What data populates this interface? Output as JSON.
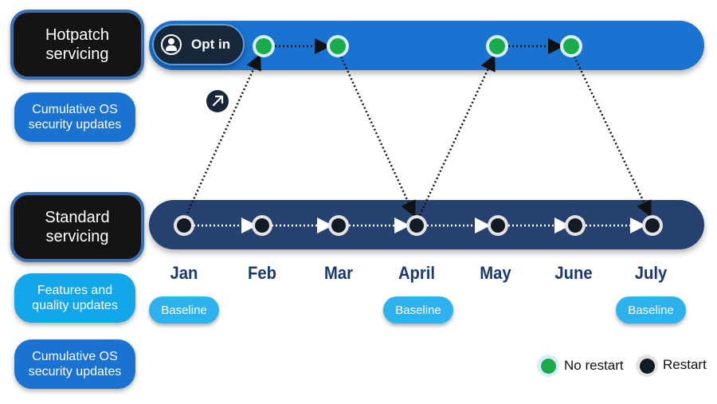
{
  "labels": {
    "hotpatch": "Hotpatch\nservicing",
    "hotpatch_updates": "Cumulative OS\nsecurity updates",
    "standard": "Standard\nservicing",
    "features": "Features and\nquality updates",
    "standard_updates": "Cumulative OS\nsecurity updates"
  },
  "opt_in": "Opt in",
  "months": [
    "Jan",
    "Feb",
    "Mar",
    "April",
    "May",
    "June",
    "July"
  ],
  "baseline_label": "Baseline",
  "legend": {
    "no_restart": "No restart",
    "restart": "Restart"
  },
  "icons": {
    "opt_in": "person-icon",
    "opt_in_arrow": "arrow-up-right-icon"
  },
  "colors": {
    "hotpatch_track": "#1a72d1",
    "standard_track": "#26406f",
    "no_restart": "#1aab4a",
    "restart": "#121a24",
    "label_dark": "#141414",
    "baseline": "#2eb2ee"
  }
}
